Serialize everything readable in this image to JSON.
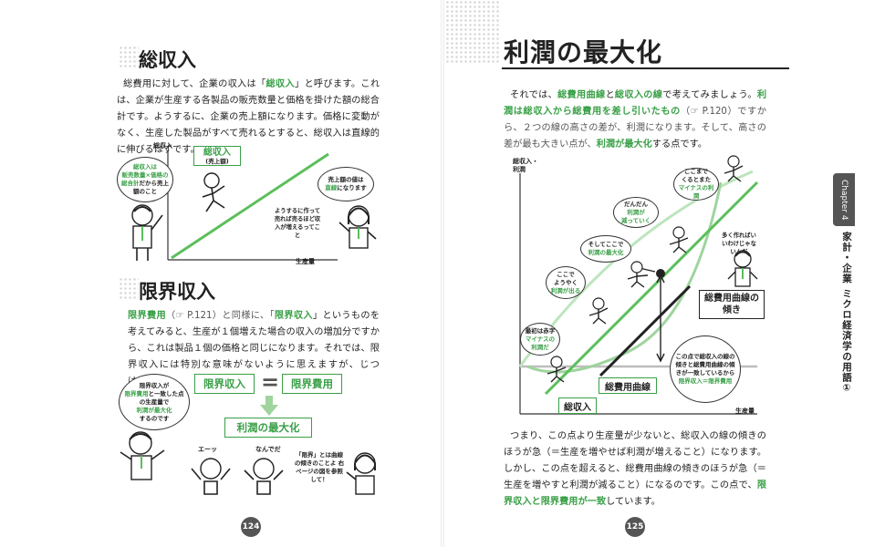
{
  "left": {
    "section1": {
      "title": "総収入",
      "p1_a": "総費用に対して、企業の収入は「",
      "p1_b": "総収入",
      "p1_c": "」と呼びます。これは、企業が生産する各製品の販売数量と価格を掛けた額の総合計です。ようするに、企業の売上額になります。価格に変動がなく、生産した製品がすべて売れるとすると、総収入は直線的に伸びるはずです。"
    },
    "chart1": {
      "ylabel": "総収入",
      "xlabel": "生産量",
      "tag_title": "総収入",
      "tag_sub": "(売上額)",
      "bubble_left_g1": "総収入は",
      "bubble_left_g2": "販売数量×価格の",
      "bubble_left_g3": "総合計",
      "bubble_left_t": "だから売上額のこと",
      "bubble_right_a": "売上額の値は",
      "bubble_right_b": "直線",
      "bubble_right_c": "になります",
      "note": "ようするに作って売れば売るほど収入が増えるってこと"
    },
    "section2": {
      "title": "限界収入",
      "p_a": "限界費用",
      "p_b": "（☞ P.121）と同様に、「",
      "p_c": "限界収入",
      "p_d": "」というものを考えてみると、生産が１個増えた場合の収入の増加分ですから、これは製品１個の価格と同じになります。それでは、限界収入には特別な意味がないように思えますが、じつは……。"
    },
    "diagram2": {
      "box1": "限界収入",
      "eq": "=",
      "box2": "限界費用",
      "result": "利潤の最大化",
      "bubble_a": "限界収入が",
      "bubble_b": "限界費用",
      "bubble_c": "と一致した点の生産量で",
      "bubble_d": "利潤が最大化",
      "bubble_e": "するのです",
      "exclaim1": "エーッ",
      "exclaim2": "なんでだ",
      "note": "「限界」とは曲線の傾きのことよ 右ページの図を参照して！"
    },
    "page_number": "124"
  },
  "right": {
    "title": "利潤の最大化",
    "intro_a": "それでは、",
    "intro_b": "総費用曲線",
    "intro_c": "と",
    "intro_d": "総収入の線",
    "intro_e": "で考えてみましょう。",
    "intro_f": "利潤は総収入から総費用を差し引いたもの",
    "intro_g": "（☞ P.120）ですから、２つの線の高さの差が、利潤になります。そして、高さの差が最も大きい点が、",
    "intro_h": "利潤が最大化",
    "intro_i": "する点です。",
    "chart": {
      "ylabel1": "総収入・",
      "ylabel2": "利潤",
      "xlabel": "生産量",
      "tag_revenue": "総収入",
      "tag_cost": "総費用曲線",
      "tag_slope_1": "総費用曲線の",
      "tag_slope_2": "傾き",
      "b1_a": "最初は赤字",
      "b1_b": "マイナスの",
      "b1_c": "利潤だ",
      "b2_a": "ここで",
      "b2_b": "ようやく",
      "b2_c": "利潤が出る",
      "b3_a": "そしてここで",
      "b3_b": "利潤の最大化",
      "b4_a": "だんだん",
      "b4_b": "利潤が",
      "b4_c": "減っていく",
      "b5_a": "ここまで",
      "b5_b": "くるとまた",
      "b5_c": "マイナスの利潤",
      "b6": "多く作ればいいわけじゃないんだ",
      "b7_a": "この点で総収入の線の傾きと総費用曲線の傾きが一致しているから",
      "b7_b": "限界収入＝限界費用"
    },
    "outro_a": "つまり、この点より生産量が少ないと、総収入の線の傾きのほうが急（＝生産を増やせば利潤が増えること）になります。しかし、この点を超えると、総費用曲線の傾きのほうが急（＝生産を増やすと利潤が減ること）になるのです。この点で、",
    "outro_b": "限界収入と限界費用が一致",
    "outro_c": "しています。",
    "tab": "Chapter 4",
    "side": "家計・企業 ミクロ経済学の用語①",
    "page_number": "125"
  }
}
